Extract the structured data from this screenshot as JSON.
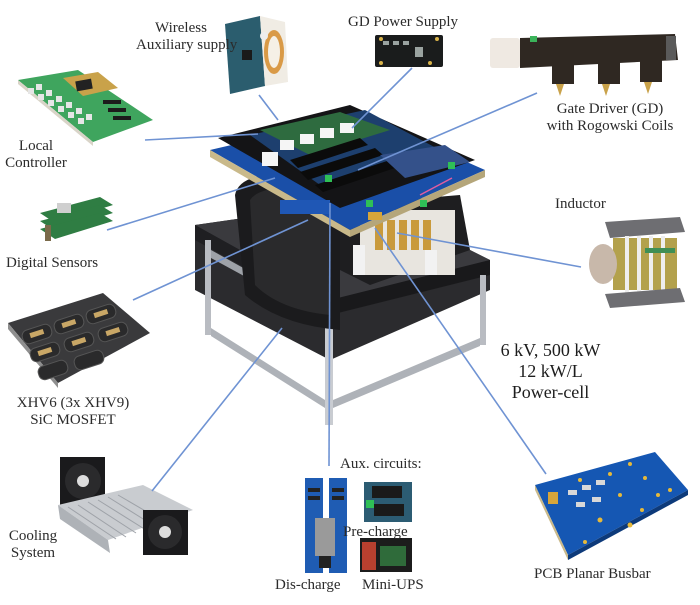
{
  "figure": {
    "center_label": {
      "line1": "6 kV, 500 kW",
      "line2": "12 kW/L",
      "line3": "Power-cell"
    },
    "components": [
      {
        "id": "wireless",
        "line1": "Wireless",
        "line2": "Auxiliary  supply"
      },
      {
        "id": "gd_power",
        "line1": "GD Power Supply"
      },
      {
        "id": "gate_driver",
        "line1": "Gate Driver (GD)",
        "line2": "with Rogowski Coils"
      },
      {
        "id": "local_controller",
        "line1": "Local",
        "line2": "Controller"
      },
      {
        "id": "digital_sensors",
        "line1": "Digital  Sensors"
      },
      {
        "id": "inductor",
        "line1": "Inductor"
      },
      {
        "id": "sic_mosfet",
        "line1": "XHV6 (3x XHV9)",
        "line2": "SiC MOSFET"
      },
      {
        "id": "cooling",
        "line1": "Cooling",
        "line2": "System"
      },
      {
        "id": "aux_circuits",
        "title": "Aux. circuits:",
        "items": [
          "Pre-charge",
          "Dis-charge",
          "Mini-UPS"
        ]
      },
      {
        "id": "pcb_busbar",
        "line1": "PCB Planar Busbar"
      }
    ],
    "connector_color": "#6f93d3"
  }
}
